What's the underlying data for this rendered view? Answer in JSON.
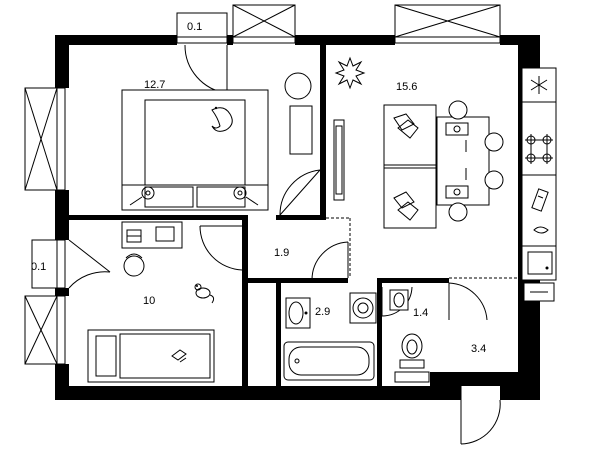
{
  "rooms": [
    {
      "id": "bedroom",
      "area": "12.7"
    },
    {
      "id": "living-kitchen",
      "area": "15.6"
    },
    {
      "id": "hall",
      "area": "1.9"
    },
    {
      "id": "kids-room",
      "area": "10"
    },
    {
      "id": "bathroom",
      "area": "2.9"
    },
    {
      "id": "toilet",
      "area": "1.4"
    },
    {
      "id": "entrance",
      "area": "3.4"
    },
    {
      "id": "balcony-top",
      "area": "0.1"
    },
    {
      "id": "balcony-left",
      "area": "0.1"
    }
  ]
}
